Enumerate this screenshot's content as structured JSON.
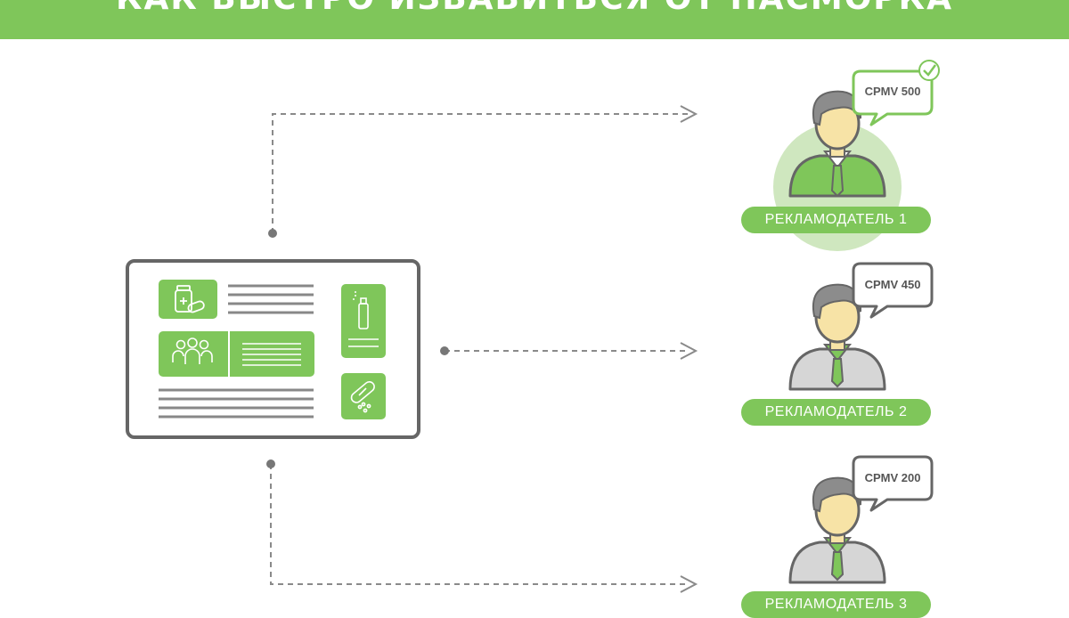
{
  "title": "КАК БЫСТРО ИЗБАВИТЬСЯ ОТ НАСМОРКА",
  "colors": {
    "accent": "#7fc65a",
    "accent_light": "#cfe7bf",
    "outline": "#666666",
    "arrow": "#8a8a8a",
    "winner_bubble": "#7fc65a",
    "bubble": "#666666"
  },
  "advertisers": [
    {
      "label": "РЕКЛАМОДАТЕЛЬ 1",
      "bid": "CPMV 500",
      "winner": true
    },
    {
      "label": "РЕКЛАМОДАТЕЛЬ 2",
      "bid": "CPMV 450",
      "winner": false
    },
    {
      "label": "РЕКЛАМОДАТЕЛЬ 3",
      "bid": "CPMV 200",
      "winner": false
    }
  ],
  "page_icons": [
    "medicine-bottle-icon",
    "people-group-icon",
    "nasal-spray-icon",
    "capsules-icon"
  ]
}
